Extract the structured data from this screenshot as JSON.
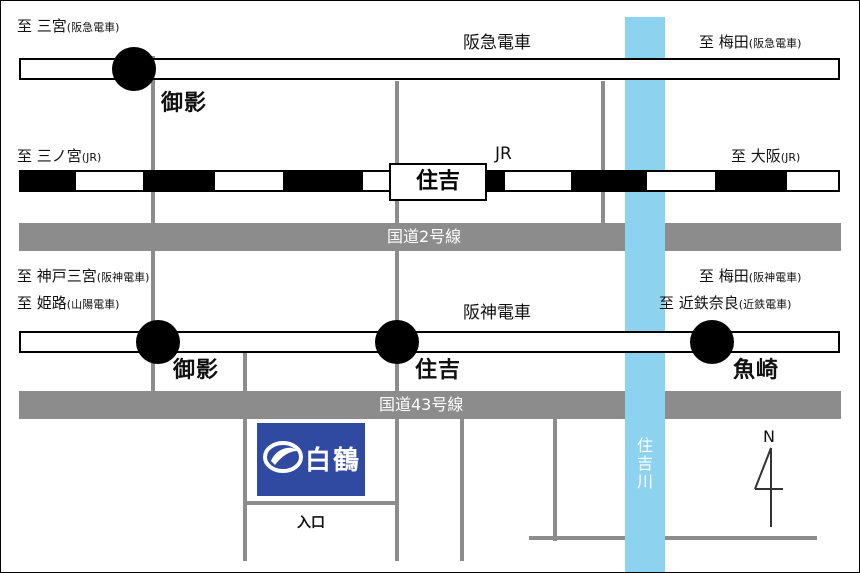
{
  "colors": {
    "road": "#8c8c8c",
    "river": "#8dd3f0",
    "rail_black": "#000000",
    "brand_blue": "#2f4aa0"
  },
  "hankyu": {
    "name": "阪急電車",
    "left_dest": "至 三宮",
    "left_dest_sub": "(阪急電車)",
    "right_dest": "至 梅田",
    "right_dest_sub": "(阪急電車)",
    "station": "御影"
  },
  "jr": {
    "name": "JR",
    "left_dest": "至 三ノ宮",
    "left_dest_sub": "(JR)",
    "right_dest": "至 大阪",
    "right_dest_sub": "(JR)",
    "station": "住吉"
  },
  "route2": {
    "name": "国道2号線"
  },
  "hanshin": {
    "name": "阪神電車",
    "left_dest_1": "至 神戸三宮",
    "left_dest_1_sub": "(阪神電車)",
    "left_dest_2": "至 姫路",
    "left_dest_2_sub": "(山陽電車)",
    "right_dest_1": "至 梅田",
    "right_dest_1_sub": "(阪神電車)",
    "right_dest_2": "至 近鉄奈良",
    "right_dest_2_sub": "(近鉄電車)",
    "stations": [
      "御影",
      "住吉",
      "魚崎"
    ]
  },
  "route43": {
    "name": "国道43号線"
  },
  "river": {
    "name": "住吉川"
  },
  "brand": {
    "name": "白鶴",
    "icon": "hakutsuru-crane-logo"
  },
  "entrance": {
    "label": "入口"
  },
  "compass": {
    "label": "N"
  }
}
